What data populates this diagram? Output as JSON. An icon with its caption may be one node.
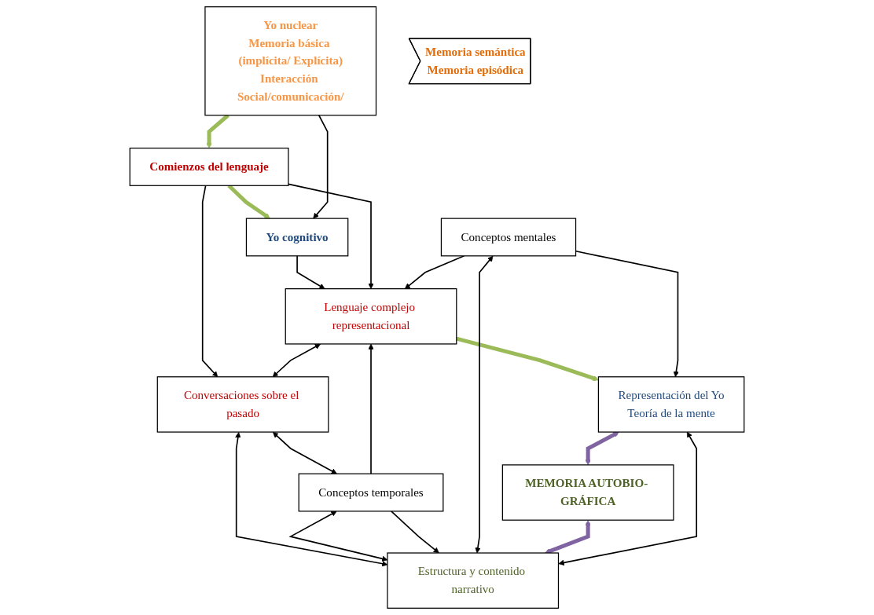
{
  "diagram": {
    "nodes": [
      {
        "text": [
          "Representación del Yo",
          "Teoría de la mente"
        ]
      },
      {
        "text": [
          "Yo cognitivo"
        ]
      },
      {
        "text": [
          "Comienzos del lenguaje"
        ]
      },
      {
        "text": [
          "Lenguaje complejo representacional"
        ]
      },
      {
        "text": [
          "Yo nuclear",
          "Memoria básica (implícita/ Explícita)",
          "Interacción Social/comunicación/"
        ]
      },
      {
        "text": [
          "Memoria semántica",
          "Memoria episódica"
        ]
      },
      {
        "text": [
          "MEMORIA AUTOBIO- GRÁFICA"
        ]
      },
      {
        "text": [
          "Conversaciones sobre el pasado"
        ]
      },
      {
        "text": [
          "Conceptos temporales"
        ]
      },
      {
        "text": [
          "Conceptos mentales"
        ]
      },
      {
        "text": [
          "Estructura y contenido narrativo"
        ]
      }
    ],
    "edges": [
      {
        "from": 4,
        "to": 2,
        "arrow": "to",
        "style": "thick",
        "color": "#9bbb59"
      },
      {
        "from": 2,
        "to": 1,
        "arrow": "to",
        "style": "thick",
        "color": "#9bbb59"
      },
      {
        "from": 3,
        "to": 0,
        "arrow": "to",
        "style": "thick",
        "color": "#9bbb59"
      },
      {
        "from": 1,
        "to": 3,
        "arrow": "to"
      },
      {
        "from": 2,
        "to": 3,
        "arrow": "to"
      },
      {
        "from": 4,
        "to": 1,
        "arrow": "to"
      },
      {
        "from": 2,
        "to": 7,
        "arrow": "to"
      },
      {
        "from": 3,
        "to": 7,
        "arrow": "both"
      },
      {
        "from": 8,
        "to": 3,
        "arrow": "to"
      },
      {
        "from": 9,
        "to": 3,
        "arrow": "to"
      },
      {
        "from": 9,
        "to": 0,
        "arrow": "to"
      },
      {
        "from": 10,
        "to": 0,
        "arrow": "both"
      },
      {
        "from": 7,
        "to": 8,
        "arrow": "both"
      },
      {
        "from": 7,
        "to": 10,
        "arrow": "both"
      },
      {
        "from": 8,
        "to": 10,
        "arrow": "both"
      },
      {
        "from": 8,
        "to": 10,
        "arrow": "to"
      },
      {
        "from": 9,
        "to": 10,
        "arrow": "both"
      },
      {
        "from": 0,
        "to": 6,
        "arrow": "both",
        "style": "thick",
        "color": "#8064a2"
      },
      {
        "from": 6,
        "to": 10,
        "arrow": "both",
        "style": "thick",
        "color": "#8064a2"
      }
    ]
  }
}
